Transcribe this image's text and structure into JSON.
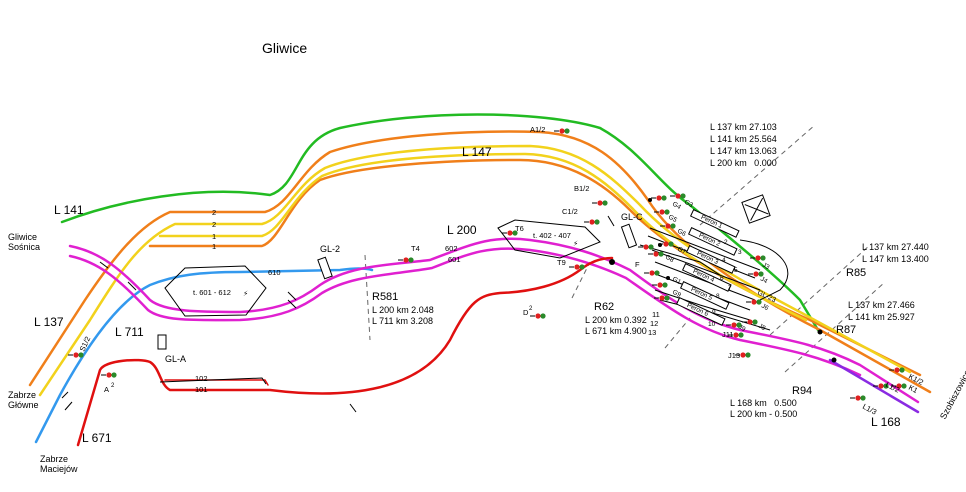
{
  "title": "Gliwice",
  "colors": {
    "green": "#22bb22",
    "orange": "#f07f1a",
    "yellow": "#f2d21c",
    "magenta": "#e020d0",
    "blue": "#3399ee",
    "red": "#e01010",
    "purple": "#8a2be2",
    "signal_red": "#e02020",
    "signal_green": "#2a8a2a"
  },
  "lines": {
    "l141": "L 141",
    "l137": "L 137",
    "l711": "L 711",
    "l671": "L 671",
    "l147": "L 147",
    "l200": "L 200",
    "l168": "L 168"
  },
  "stations": {
    "sosnica_1": "Gliwice",
    "sosnica_2": "Sośnica",
    "glowne_1": "Zabrze",
    "glowne_2": "Główne",
    "maciejow_1": "Zabrze",
    "maciejow_2": "Maciejów",
    "szobiszowice": "Szobiszowice"
  },
  "boxes": {
    "gl2": "GL-2",
    "gla": "GL-A",
    "glc": "GL-C",
    "gl23": "GL-23"
  },
  "track_numbers": {
    "t2a": "2",
    "t2b": "2",
    "t1a": "1",
    "t1b": "1",
    "t610": "610",
    "t602": "602",
    "t601": "601",
    "t102": "102",
    "t101": "101",
    "t11": "11",
    "t12": "12",
    "t13": "13"
  },
  "zones": {
    "z1": "t. 601 - 612",
    "z2": "t. 402 - 407"
  },
  "points": {
    "r581": {
      "name": "R581",
      "l1": "L 200 km 2.048",
      "l2": "L 711 km 3.208"
    },
    "r62": {
      "name": "R62",
      "l1": "L 200 km 0.392",
      "l2": "L 671 km 4.900"
    },
    "r85": {
      "name": "R85",
      "l1": "L 137 km 27.440",
      "l2": "L 147 km 13.400"
    },
    "r87": {
      "name": "R87",
      "l1": "L 137 km 27.466",
      "l2": "L 141 km 25.927"
    },
    "r94": {
      "name": "R94",
      "l1": "L 168 km   0.500",
      "l2": "L 200 km - 0.500"
    },
    "km_top": {
      "l1": "L 137 km 27.103",
      "l2": "L 141 km 25.564",
      "l3": "L 147 km 13.063",
      "l4": "L 200 km   0.000"
    }
  },
  "signals": {
    "a12": "A1/2",
    "b12": "B1/2",
    "c12": "C1/2",
    "t4": "T4",
    "t6": "T6",
    "t9": "T9",
    "d2": "D",
    "d2sup": "2",
    "f": "F",
    "a2": "A",
    "a2sup": "2",
    "s12": "S1/2",
    "j11": "J11",
    "j13": "J13",
    "k12": "K1/2",
    "l12": "L1/2",
    "l13": "L1/3",
    "k1": "K1",
    "g5": "G5",
    "g4": "G4",
    "g3": "G3",
    "g8": "G8",
    "g6": "G6",
    "g7": "G7",
    "g1": "G1",
    "g9": "G9",
    "j3": "J3",
    "j4": "J4",
    "j6": "J6",
    "j8": "J8",
    "j9": "J9"
  },
  "platforms": {
    "p1": "Peron 1",
    "p2": "Peron 2",
    "p3": "Peron 3",
    "p4": "Peron 4",
    "p5": "Peron 5",
    "p6": "Peron 6",
    "n2": "2",
    "n4": "4",
    "n6": "6",
    "n8": "8",
    "n9": "9",
    "n10": "10",
    "n7": "7",
    "n5": "5",
    "n3": "3"
  }
}
